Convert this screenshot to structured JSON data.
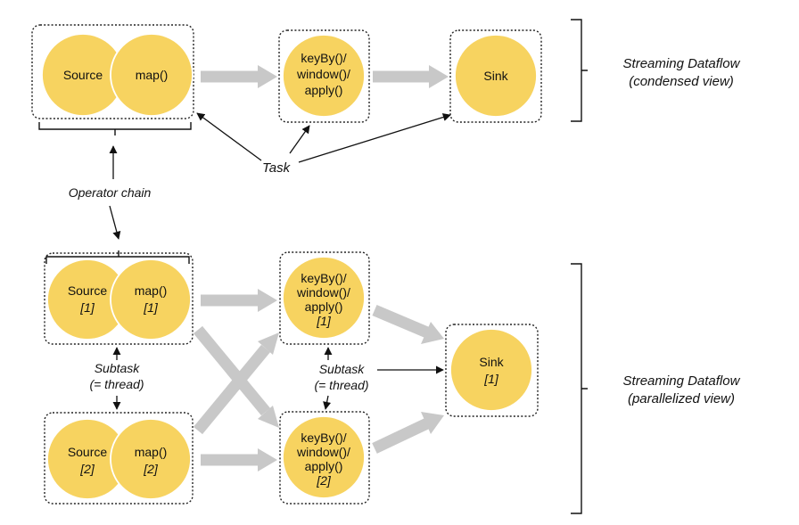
{
  "labels": {
    "source": "Source",
    "map": "map()",
    "keyby_l1": "keyBy()/",
    "keyby_l2": "window()/",
    "keyby_l3": "apply()",
    "sink": "Sink",
    "index_1": "[1]",
    "index_2": "[2]",
    "task": "Task",
    "operator_chain": "Operator chain",
    "subtask": "Subtask",
    "thread": "(= thread)",
    "condensed_title": "Streaming Dataflow",
    "condensed_sub": "(condensed view)",
    "parallel_title": "Streaming Dataflow",
    "parallel_sub": "(parallelized view)"
  },
  "colors": {
    "operator_fill": "#f7d360",
    "flow_arrow": "#c8c8c8"
  }
}
